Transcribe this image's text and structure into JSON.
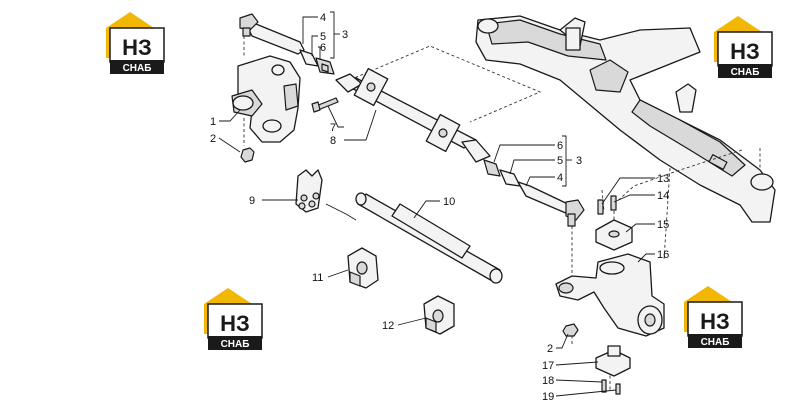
{
  "logo": {
    "main_text": "НЗ",
    "sub_text": "СНАБ",
    "accent_color": "#f2b705",
    "dark_color": "#1a1a1a"
  },
  "callouts": {
    "c1": "1",
    "c2a": "2",
    "c2b": "2",
    "c3a": "3",
    "c3b": "3",
    "c4a": "4",
    "c4b": "4",
    "c5a": "5",
    "c5b": "5",
    "c6a": "6",
    "c6b": "6",
    "c7": "7",
    "c8": "8",
    "c9": "9",
    "c10": "10",
    "c11": "11",
    "c12": "12",
    "c13": "13",
    "c14": "14",
    "c15": "15",
    "c16": "16",
    "c17": "17",
    "c18": "18",
    "c19": "19"
  }
}
